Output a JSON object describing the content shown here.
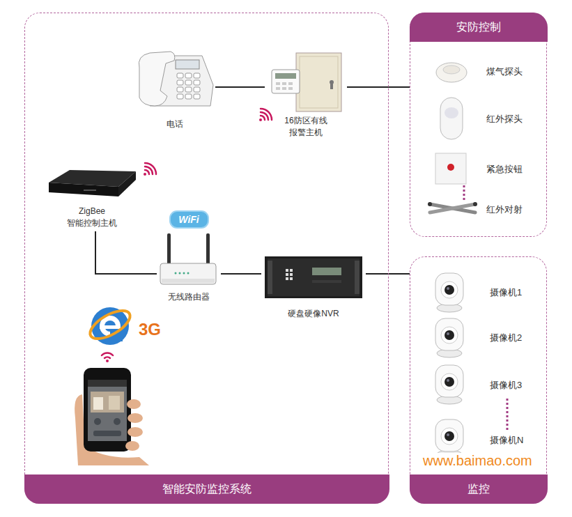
{
  "diagram": {
    "nodes": [
      {
        "text": [
          "智能安防监控系统"
        ]
      },
      {
        "text": [
          "电话"
        ],
        "in": 0
      },
      {
        "text": [
          "16防区有线 报警主机"
        ],
        "in": 0
      },
      {
        "text": [
          "ZigBee 智能控制主机"
        ],
        "in": 0
      },
      {
        "text": [
          "无线路由器"
        ],
        "in": 0
      },
      {
        "text": [
          "硬盘硬像NVR"
        ],
        "in": 0
      },
      {
        "text": [
          "安防控制"
        ]
      },
      {
        "text": [
          "煤气探头"
        ],
        "in": 6
      },
      {
        "text": [
          "红外探头"
        ],
        "in": 6
      },
      {
        "text": [
          "紧急按钮"
        ],
        "in": 6
      },
      {
        "text": [
          "红外对射"
        ],
        "in": 6
      },
      {
        "text": [
          "监控"
        ]
      },
      {
        "text": [
          "摄像机1"
        ],
        "in": 11
      },
      {
        "text": [
          "摄像机2"
        ],
        "in": 11
      },
      {
        "text": [
          "摄像机3"
        ],
        "in": 11
      },
      {
        "text": [
          "摄像机N"
        ],
        "in": 11
      }
    ],
    "edges": [
      {
        "from": 1,
        "to": 2,
        "arrow": "none"
      },
      {
        "from": 2,
        "to": 6,
        "arrow": "none"
      },
      {
        "from": 3,
        "to": 4,
        "arrow": "none"
      },
      {
        "from": 4,
        "to": 5,
        "arrow": "none"
      },
      {
        "from": 5,
        "to": 11,
        "arrow": "none"
      }
    ],
    "labels": [
      "WiFi",
      "3G",
      "www.baimao.com"
    ]
  }
}
